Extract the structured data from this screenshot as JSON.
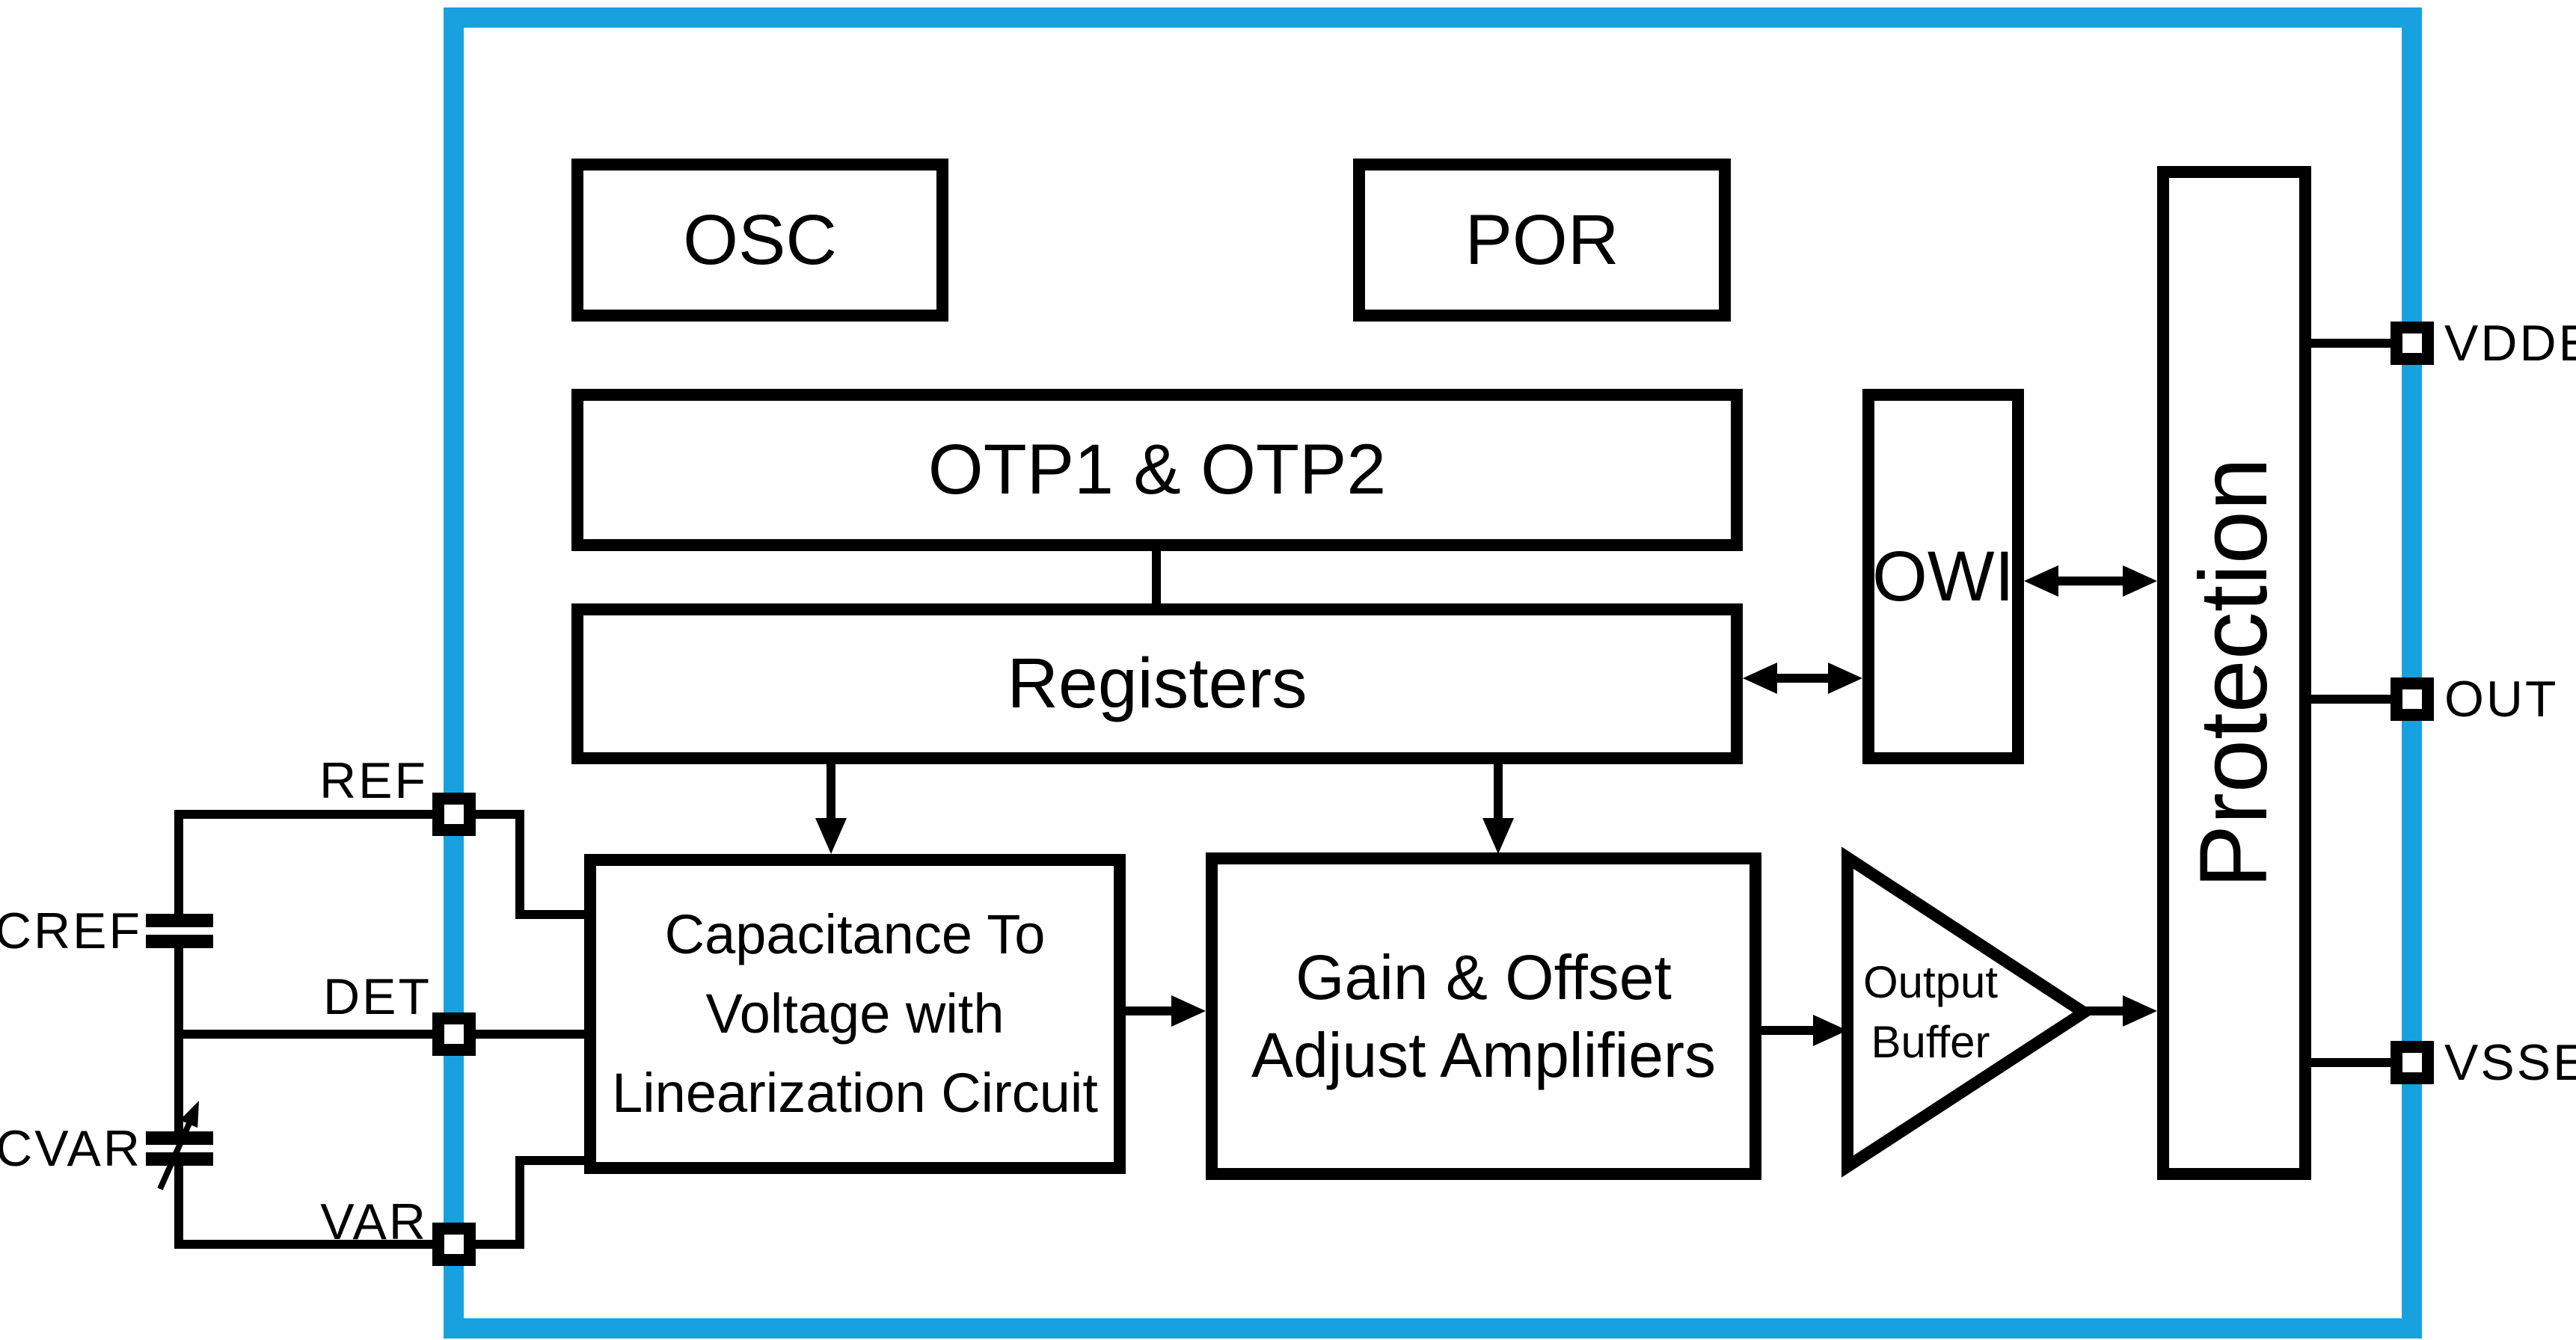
{
  "colors": {
    "accent": "#18A1DF",
    "wire": "#000000",
    "background": "#FFFFFF"
  },
  "diagram": {
    "blocks": {
      "osc": "OSC",
      "por": "POR",
      "otp": "OTP1 & OTP2",
      "registers": "Registers",
      "owi": "OWI",
      "protection": "Protection",
      "c2v": [
        "Capacitance To",
        "Voltage with",
        "Linearization Circuit"
      ],
      "gain": [
        "Gain & Offset",
        "Adjust Amplifiers"
      ],
      "buffer": [
        "Output",
        "Buffer"
      ]
    },
    "pins": {
      "left": [
        "REF",
        "DET",
        "VAR"
      ],
      "right": [
        "VDDE",
        "OUT",
        "VSSE"
      ]
    },
    "external": [
      "CREF",
      "CVAR"
    ]
  }
}
